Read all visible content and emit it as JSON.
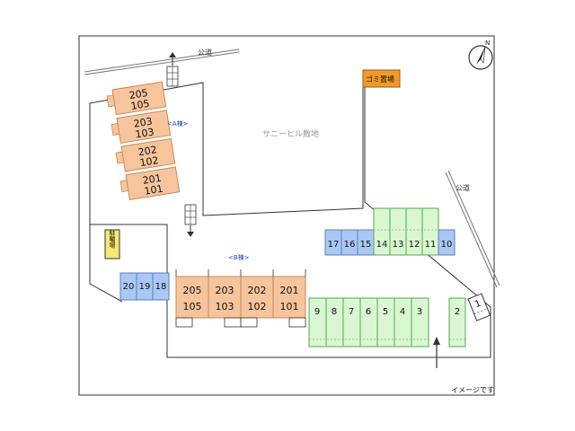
{
  "labels": {
    "public_road_top": "公道",
    "public_road_right": "公道",
    "neighbor_site": "サニーヒル敷地",
    "building_a": "<A棟>",
    "building_b": "<B棟>",
    "garbage": "ゴミ置場",
    "bike_parking": "駐輪場",
    "image_note": "イメージです"
  },
  "building_a_units": [
    {
      "upper": "205",
      "lower": "105"
    },
    {
      "upper": "203",
      "lower": "103"
    },
    {
      "upper": "202",
      "lower": "102"
    },
    {
      "upper": "201",
      "lower": "101"
    }
  ],
  "building_b_units": [
    {
      "upper": "205",
      "lower": "105"
    },
    {
      "upper": "203",
      "lower": "103"
    },
    {
      "upper": "202",
      "lower": "102"
    },
    {
      "upper": "201",
      "lower": "101"
    }
  ],
  "parking_upper_blue_left": [
    "17",
    "16",
    "15"
  ],
  "parking_upper_green": [
    "14",
    "13",
    "12",
    "11"
  ],
  "parking_upper_blue_right": [
    "10"
  ],
  "parking_left_blue": [
    "20",
    "19",
    "18"
  ],
  "parking_lower_green": [
    "9",
    "8",
    "7",
    "6",
    "5",
    "4",
    "3"
  ],
  "parking_single_right": [
    "2"
  ],
  "parking_diagonal": [
    "1"
  ],
  "colors": {
    "building": "#f8c49c",
    "building_border": "#c58a5a",
    "parking_green": "#d9f7d0",
    "parking_green_border": "#5aa55a",
    "parking_blue": "#a9c8f4",
    "parking_blue_border": "#5a7fc0",
    "garbage": "#f29a25",
    "bike_parking": "#f6e870",
    "label_blue": "#1a3fb5"
  },
  "icons": {
    "compass": "north-arrow-icon",
    "entrance_arrow": "arrow-up-icon",
    "stairs": "stairs-icon"
  }
}
